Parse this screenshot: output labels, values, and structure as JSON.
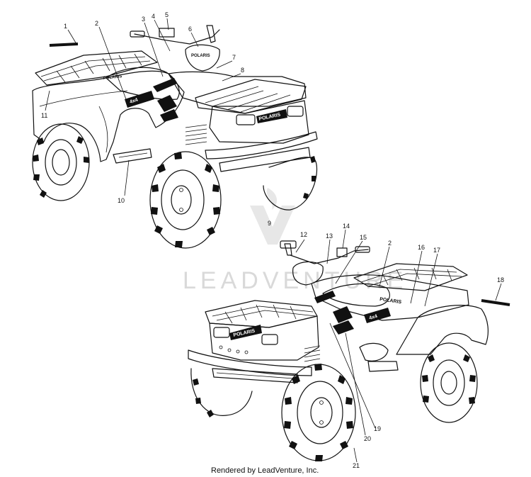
{
  "diagram": {
    "callouts": [
      "1",
      "2",
      "3",
      "4",
      "5",
      "6",
      "7",
      "8",
      "9",
      "10",
      "11",
      "12",
      "13",
      "14",
      "15",
      "2",
      "16",
      "17",
      "18",
      "19",
      "20",
      "21"
    ],
    "brand_labels": {
      "front_grille": "POLARIS",
      "side_top": "POLARIS",
      "fender_badge": "4x4"
    },
    "watermark": "LEADVENTURE",
    "footer": "Rendered by LeadVenture, Inc."
  }
}
